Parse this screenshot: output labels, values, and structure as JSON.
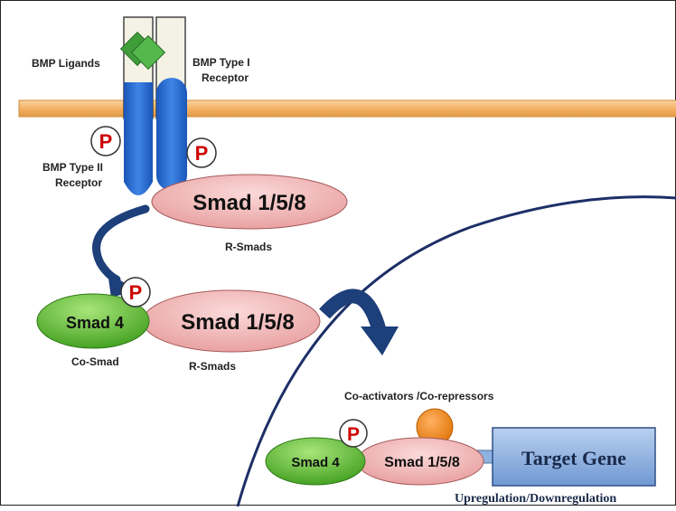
{
  "labels": {
    "bmp_ligands": "BMP Ligands",
    "type1_line1": "BMP Type I",
    "type1_line2": "Receptor",
    "type2_line1": "BMP Type II",
    "type2_line2": "Receptor",
    "rsmads_top": "R-Smads",
    "rsmads_mid": "R-Smads",
    "cosmad": "Co-Smad",
    "coactivators": "Co-activators /Co-repressors",
    "regulation": "Upregulation/Downregulation"
  },
  "smads": {
    "smad158_top": "Smad 1/5/8",
    "smad158_mid": "Smad 1/5/8",
    "smad4_mid": "Smad 4",
    "smad158_nuc": "Smad 1/5/8",
    "smad4_nuc": "Smad 4"
  },
  "phospho": {
    "p1": "P",
    "p2": "P",
    "p3": "P",
    "p4": "P"
  },
  "target_gene": "Target Gene",
  "colors": {
    "membrane": "#f4b266",
    "receptor": "#2b6fd0",
    "ligand": "#4caf50",
    "rsmad": "#f2b5b5",
    "cosmad": "#6cc73a",
    "target_gene": "#8fb3e0",
    "arrow": "#1d3f7a",
    "cofactor": "#f08a1c",
    "phospho_text": "#cc0000"
  }
}
